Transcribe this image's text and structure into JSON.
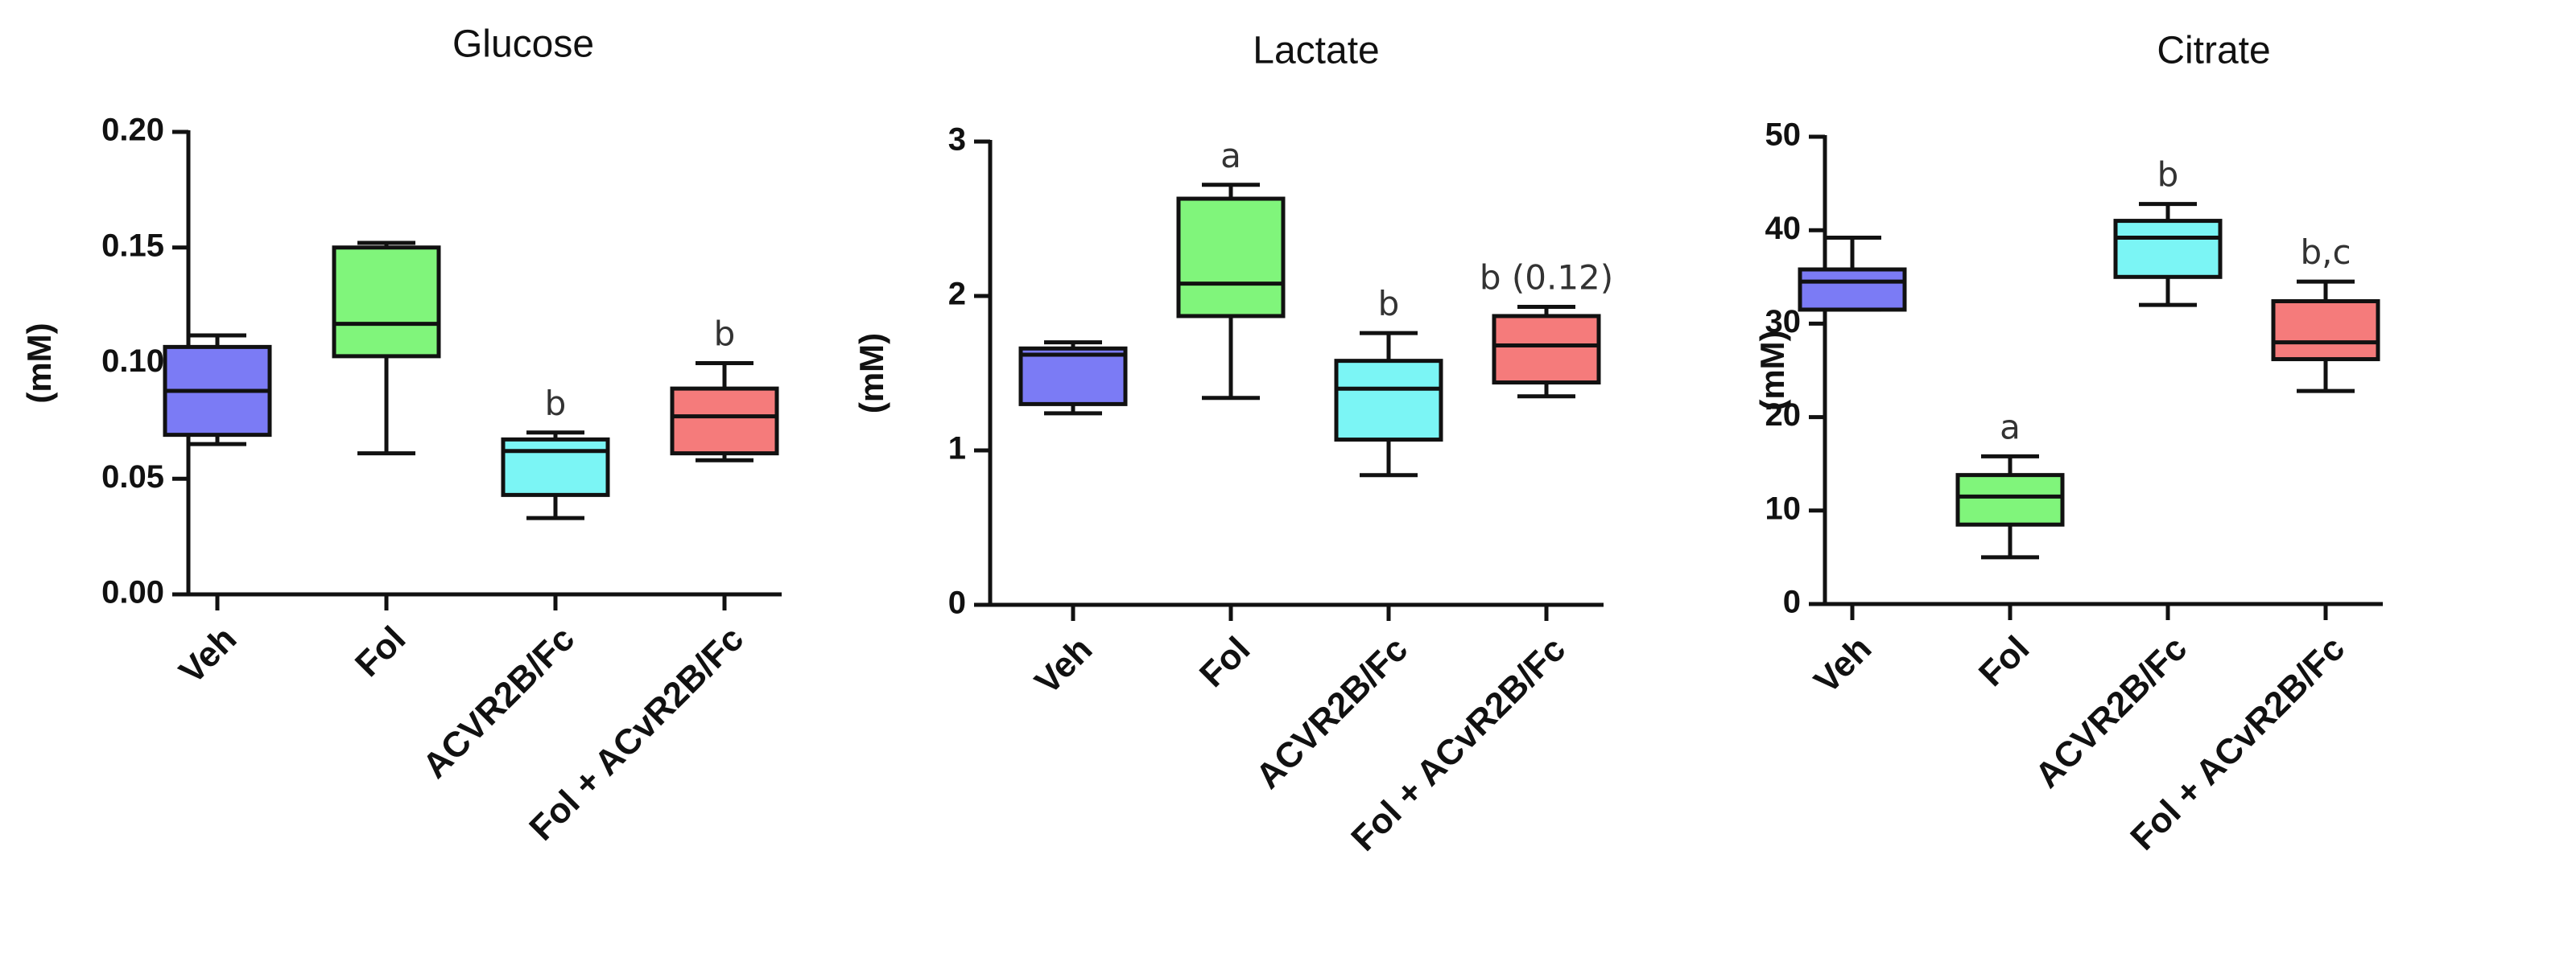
{
  "chart_data": [
    {
      "type": "box",
      "title": "Glucose",
      "ylabel": "(mM)",
      "ylim": [
        0,
        0.2
      ],
      "yticks": [
        0.0,
        0.05,
        0.1,
        0.15,
        0.2
      ],
      "yticklabels": [
        "0.00",
        "0.05",
        "0.10",
        "0.15",
        "0.20"
      ],
      "categories": [
        "Veh",
        "Fol",
        "ACVR2B/Fc",
        "Fol + ACvR2B/Fc"
      ],
      "colors": [
        "#7b7bf5",
        "#80f57b",
        "#7bf5f5",
        "#f57b7b"
      ],
      "boxes": [
        {
          "min": 0.065,
          "q1": 0.069,
          "median": 0.088,
          "q3": 0.107,
          "max": 0.112,
          "annotation": ""
        },
        {
          "min": 0.061,
          "q1": 0.103,
          "median": 0.117,
          "q3": 0.15,
          "max": 0.152,
          "annotation": ""
        },
        {
          "min": 0.033,
          "q1": 0.043,
          "median": 0.062,
          "q3": 0.067,
          "max": 0.07,
          "annotation": "b"
        },
        {
          "min": 0.058,
          "q1": 0.061,
          "median": 0.077,
          "q3": 0.089,
          "max": 0.1,
          "annotation": "b"
        }
      ]
    },
    {
      "type": "box",
      "title": "Lactate",
      "ylabel": "(mM)",
      "ylim": [
        0,
        3
      ],
      "yticks": [
        0,
        1,
        2,
        3
      ],
      "yticklabels": [
        "0",
        "1",
        "2",
        "3"
      ],
      "categories": [
        "Veh",
        "Fol",
        "ACVR2B/Fc",
        "Fol + ACvR2B/Fc"
      ],
      "colors": [
        "#7b7bf5",
        "#80f57b",
        "#7bf5f5",
        "#f57b7b"
      ],
      "boxes": [
        {
          "min": 1.24,
          "q1": 1.3,
          "median": 1.62,
          "q3": 1.66,
          "max": 1.7,
          "annotation": ""
        },
        {
          "min": 1.34,
          "q1": 1.87,
          "median": 2.08,
          "q3": 2.63,
          "max": 2.72,
          "annotation": "a"
        },
        {
          "min": 0.84,
          "q1": 1.07,
          "median": 1.4,
          "q3": 1.58,
          "max": 1.76,
          "annotation": "b"
        },
        {
          "min": 1.35,
          "q1": 1.44,
          "median": 1.68,
          "q3": 1.87,
          "max": 1.93,
          "annotation": "b (0.12)"
        }
      ]
    },
    {
      "type": "box",
      "title": "Citrate",
      "ylabel": "(mM)",
      "ylim": [
        0,
        50
      ],
      "yticks": [
        0,
        10,
        20,
        30,
        40,
        50
      ],
      "yticklabels": [
        "0",
        "10",
        "20",
        "30",
        "40",
        "50"
      ],
      "categories": [
        "Veh",
        "Fol",
        "ACVR2B/Fc",
        "Fol + ACvR2B/Fc"
      ],
      "colors": [
        "#7b7bf5",
        "#80f57b",
        "#7bf5f5",
        "#f57b7b"
      ],
      "boxes": [
        {
          "min": 31.5,
          "q1": 31.5,
          "median": 34.5,
          "q3": 35.8,
          "max": 39.2,
          "annotation": ""
        },
        {
          "min": 5.0,
          "q1": 8.5,
          "median": 11.5,
          "q3": 13.8,
          "max": 15.8,
          "annotation": "a"
        },
        {
          "min": 32.0,
          "q1": 35.0,
          "median": 39.2,
          "q3": 41.0,
          "max": 42.8,
          "annotation": "b"
        },
        {
          "min": 22.8,
          "q1": 26.2,
          "median": 28.0,
          "q3": 32.4,
          "max": 34.5,
          "annotation": "b,c"
        }
      ]
    }
  ]
}
